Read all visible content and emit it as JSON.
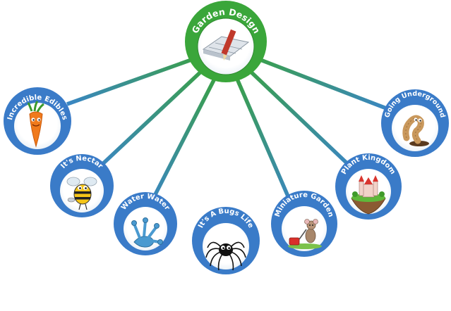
{
  "hub": {
    "label": "Garden Design",
    "icon": "blueprint-pencil-icon"
  },
  "nodes": [
    {
      "id": "incredible-edibles",
      "label": "Incredible Edibles",
      "icon": "carrot-icon"
    },
    {
      "id": "its-nectar",
      "label": "It's Nectar",
      "icon": "bee-icon"
    },
    {
      "id": "water-water",
      "label": "Water Water",
      "icon": "frog-footprint-icon"
    },
    {
      "id": "its-a-bugs-life",
      "label": "It's A Bugs Life",
      "icon": "spider-icon"
    },
    {
      "id": "miniature-garden",
      "label": "Miniature Garden",
      "icon": "mouse-lawnmower-icon"
    },
    {
      "id": "plant-kingdom",
      "label": "Plant Kingdom",
      "icon": "floating-castle-icon"
    },
    {
      "id": "going-underground",
      "label": "Going Underground",
      "icon": "worm-icon"
    }
  ],
  "colors": {
    "hub_ring": "#3aa63a",
    "node_ring": "#3a7bc8",
    "connector_green": "#3aa048",
    "connector_blue": "#3a86c4"
  }
}
